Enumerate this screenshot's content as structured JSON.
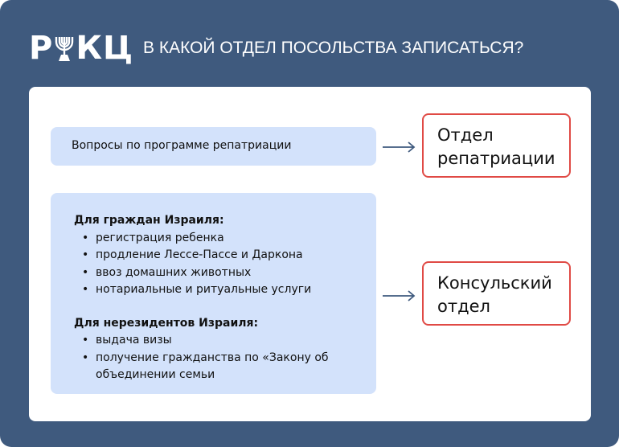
{
  "logo": "РИКЦ",
  "logo_parts": {
    "first": "Р",
    "rest": "КЦ"
  },
  "title": "В КАКОЙ ОТДЕЛ ПОСОЛЬСТВА ЗАПИСАТЬСЯ?",
  "rows": [
    {
      "question": "Вопросы по программе репатриации",
      "department": [
        "Отдел",
        "репатриации"
      ]
    },
    {
      "groups": [
        {
          "heading": "Для граждан Израиля:",
          "items": [
            "регистрация ребенка",
            "продление Лессе-Пассе и Даркона",
            "ввоз домашних животных",
            "нотариальные и ритуальные услуги"
          ]
        },
        {
          "heading": "Для нерезидентов Израиля:",
          "items": [
            "выдача визы",
            "получение гражданства по «Закону об объединении семьи"
          ]
        }
      ],
      "department": [
        "Консульский",
        "отдел"
      ]
    }
  ],
  "colors": {
    "background": "#3f5a7e",
    "box": "#d3e2fb",
    "accent": "#e04a45"
  }
}
